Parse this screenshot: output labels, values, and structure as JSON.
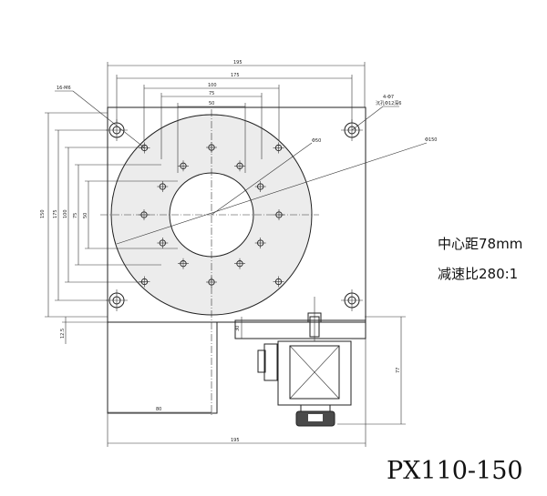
{
  "dimensions": {
    "top_195": "195",
    "top_175": "175",
    "top_100": "100",
    "top_75": "75",
    "top_50": "50",
    "left_150": "150",
    "left_175": "175",
    "left_100": "100",
    "left_75": "75",
    "left_50": "50",
    "left_12_5": "12.5",
    "bottom_195": "195",
    "bottom_80": "80",
    "motor_30": "30",
    "motor_77": "77",
    "dia_50": "Φ50",
    "dia_150": "Φ150"
  },
  "callouts": {
    "left_holes": "16-M6",
    "right_holes_1": "4-Φ7",
    "right_holes_2": "沉孔Φ12深6"
  },
  "notes": {
    "center_distance": "中心距78mm",
    "reduction_ratio": "减速比280:1"
  },
  "model": "PX110-150"
}
